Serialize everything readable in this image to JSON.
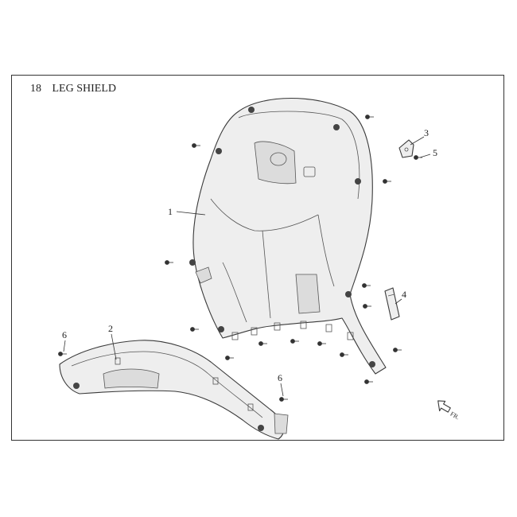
{
  "header": {
    "section_number": "18",
    "section_title": "LEG SHIELD"
  },
  "callouts": {
    "c1": "1",
    "c2": "2",
    "c3": "3",
    "c4": "4",
    "c5": "5",
    "c6a": "6",
    "c6b": "6"
  },
  "direction_label": "FR.",
  "colors": {
    "line": "#3a3a3a",
    "fill": "#eeeeee",
    "shade": "#dcdcdc"
  }
}
